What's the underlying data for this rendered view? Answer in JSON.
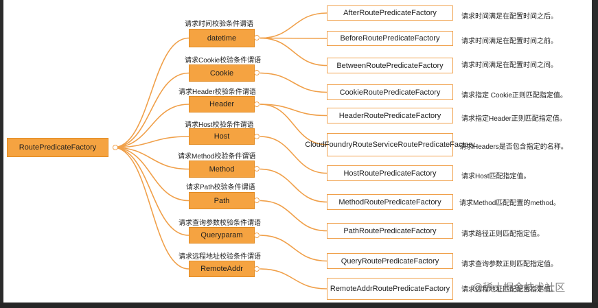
{
  "diagram": {
    "root": "RoutePredicateFactory",
    "categories": [
      {
        "label": "datetime",
        "caption": "请求时间校验条件谓语"
      },
      {
        "label": "Cookie",
        "caption": "请求Cookie校验条件谓语"
      },
      {
        "label": "Header",
        "caption": "请求Header校验条件谓语"
      },
      {
        "label": "Host",
        "caption": "请求Host校验条件谓语"
      },
      {
        "label": "Method",
        "caption": "请求Method校验条件谓语"
      },
      {
        "label": "Path",
        "caption": "请求Path校验条件谓语"
      },
      {
        "label": "Queryparam",
        "caption": "请求查询参数校验条件谓语"
      },
      {
        "label": "RemoteAddr",
        "caption": "请求远程地址校验条件谓语"
      }
    ],
    "factories": [
      {
        "label": "AfterRoutePredicateFactory",
        "desc": "请求时间满足在配置时间之后。"
      },
      {
        "label": "BeforeRoutePredicateFactory",
        "desc": "请求时间满足在配置时间之前。"
      },
      {
        "label": "BetweenRoutePredicateFactory",
        "desc": "请求时间满足在配置时间之间。"
      },
      {
        "label": "CookieRoutePredicateFactory",
        "desc": "请求指定 Cookie正则匹配指定值。"
      },
      {
        "label": "HeaderRoutePredicateFactory",
        "desc": "请求指定Header正则匹配指定值。"
      },
      {
        "label": "CloudFoundryRouteServiceRoutePredicateFactory",
        "desc": "请求Headers是否包含指定的名称。"
      },
      {
        "label": "HostRoutePredicateFactory",
        "desc": "请求Host匹配指定值。"
      },
      {
        "label": "MethodRoutePredicateFactory",
        "desc": "请求Method匹配配置的method。"
      },
      {
        "label": "PathRoutePredicateFactory",
        "desc": "请求路径正则匹配指定值。"
      },
      {
        "label": "QueryRoutePredicateFactory",
        "desc": "请求查询参数正则匹配指定值。"
      },
      {
        "label": "RemoteAddrRoutePredicateFactory",
        "desc": "请求远程地址匹配配置指定值。"
      }
    ],
    "watermark": "@稀土掘金技术社区"
  },
  "colors": {
    "accent": "#f5a341",
    "edge": "#f0a04a",
    "text": "#1e1e1e"
  }
}
